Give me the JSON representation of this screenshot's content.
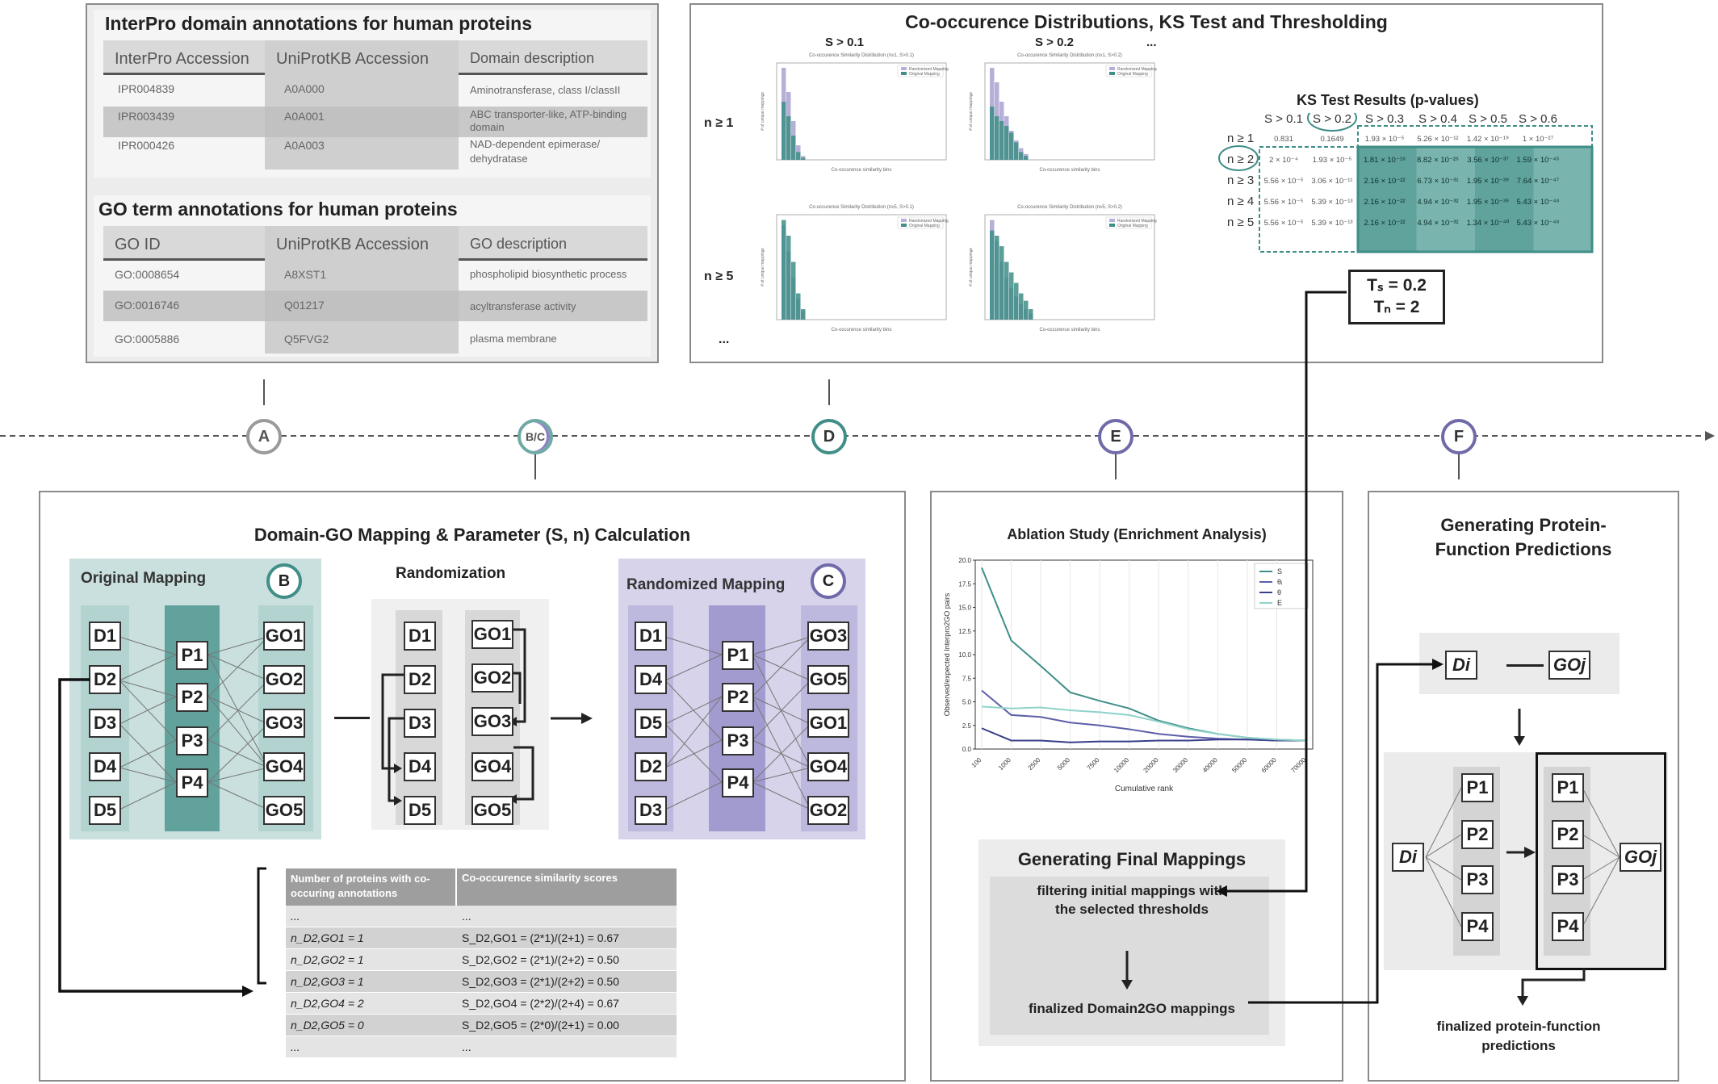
{
  "interpro_panel": {
    "title": "InterPro domain annotations for human proteins",
    "columns": [
      "InterPro Accession",
      "UniProtKB Accession",
      "Domain description"
    ],
    "rows": [
      [
        "IPR004839",
        "A0A000",
        "Aminotransferase, class I/classII"
      ],
      [
        "IPR003439",
        "A0A001",
        "ABC transporter-like, ATP-binding domain"
      ],
      [
        "IPR000426",
        "A0A003",
        "NAD-dependent epimerase/ dehydratase"
      ]
    ]
  },
  "go_panel": {
    "title": "GO term annotations for human proteins",
    "columns": [
      "GO ID",
      "UniProtKB Accession",
      "GO description"
    ],
    "rows": [
      [
        "GO:0008654",
        "A8XST1",
        "phospholipid biosynthetic process"
      ],
      [
        "GO:0016746",
        "Q01217",
        "acyltransferase activity"
      ],
      [
        "GO:0005886",
        "Q5FVG2",
        "plasma membrane"
      ]
    ]
  },
  "ks_panel": {
    "title": "Co-occurence Distributions, KS Test and Thresholding",
    "col_heads": [
      "S > 0.1",
      "S > 0.2",
      "..."
    ],
    "row_heads": [
      "n ≥ 1",
      "n ≥ 5",
      "..."
    ],
    "plot_titles": [
      "Co-occurence Similarity Distribution (n≥1, S>0.1)",
      "Co-occurence Similarity Distribution (n≥1, S>0.2)",
      "Co-occurence Similarity Distribution (n≥5, S>0.1)",
      "Co-occurence Similarity Distribution (n≥5, S>0.2)"
    ],
    "plot_xlabel": "Co-occurence similarity bins",
    "plot_ylabel": "# of unique mappings",
    "legend": [
      "Randomized Mapping",
      "Original Mapping"
    ],
    "table_title": "KS Test Results (p-values)",
    "table_cols": [
      "S > 0.1",
      "S > 0.2",
      "S > 0.3",
      "S > 0.4",
      "S > 0.5",
      "S > 0.6"
    ],
    "table_rows": [
      {
        "label": "n ≥ 1",
        "cells": [
          "0.831",
          "0.1649",
          "1.93 × 10⁻⁵",
          "5.26 × 10⁻¹²",
          "1.42 × 10⁻¹⁹",
          "1 × 10⁻²⁷"
        ]
      },
      {
        "label": "n ≥ 2",
        "cells": [
          "2 × 10⁻⁴",
          "1.93 × 10⁻⁵",
          "1.81 × 10⁻¹⁸",
          "8.82 × 10⁻²⁶",
          "3.56 × 10⁻³⁷",
          "1.59 × 10⁻⁴⁵"
        ]
      },
      {
        "label": "n ≥ 3",
        "cells": [
          "5.56 × 10⁻⁵",
          "3.06 × 10⁻¹¹",
          "2.16 × 10⁻²²",
          "6.73 × 10⁻³¹",
          "1.95 × 10⁻³⁹",
          "7.64 × 10⁻⁴⁷"
        ]
      },
      {
        "label": "n ≥ 4",
        "cells": [
          "5.56 × 10⁻⁵",
          "5.39 × 10⁻¹³",
          "2.16 × 10⁻²²",
          "4.94 × 10⁻³²",
          "1.95 × 10⁻³⁹",
          "5.43 × 10⁻⁴⁸"
        ]
      },
      {
        "label": "n ≥ 5",
        "cells": [
          "5.56 × 10⁻⁵",
          "5.39 × 10⁻¹³",
          "2.16 × 10⁻²²",
          "4.94 × 10⁻³²",
          "1.34 × 10⁻⁴⁰",
          "5.43 × 10⁻⁴⁸"
        ]
      }
    ],
    "ts_label": "Tₛ = 0.2",
    "tn_label": "Tₙ = 2"
  },
  "timeline": {
    "markers": [
      "A",
      "B/C",
      "D",
      "E",
      "F"
    ]
  },
  "mapping_panel": {
    "title": "Domain-GO Mapping & Parameter (S, n) Calculation",
    "original_title": "Original Mapping",
    "original_badge": "B",
    "randomization_title": "Randomization",
    "randomized_title": "Randomized Mapping",
    "randomized_badge": "C",
    "orig_domains": [
      "D1",
      "D2",
      "D3",
      "D4",
      "D5"
    ],
    "orig_proteins": [
      "P1",
      "P2",
      "P3",
      "P4"
    ],
    "orig_gos": [
      "GO1",
      "GO2",
      "GO3",
      "GO4",
      "GO5"
    ],
    "rand_domains": [
      "D1",
      "D2",
      "D3",
      "D4",
      "D5"
    ],
    "rand_gos": [
      "GO1",
      "GO2",
      "GO3",
      "GO4",
      "GO5"
    ],
    "rmap_domains": [
      "D1",
      "D4",
      "D5",
      "D2",
      "D3"
    ],
    "rmap_proteins": [
      "P1",
      "P2",
      "P3",
      "P4"
    ],
    "rmap_gos": [
      "GO3",
      "GO5",
      "GO1",
      "GO4",
      "GO2"
    ],
    "calc_cols": [
      "Number of proteins with co-occuring annotations",
      "Co-occurence similarity scores"
    ],
    "calc_rows": [
      [
        "...",
        "..."
      ],
      [
        "n_D2,GO1 = 1",
        "S_D2,GO1 = (2*1)/(2+1) = 0.67"
      ],
      [
        "n_D2,GO2 = 1",
        "S_D2,GO2 = (2*1)/(2+2) = 0.50"
      ],
      [
        "n_D2,GO3 = 1",
        "S_D2,GO3 = (2*1)/(2+2) = 0.50"
      ],
      [
        "n_D2,GO4 = 2",
        "S_D2,GO4 = (2*2)/(2+4) = 0.67"
      ],
      [
        "n_D2,GO5 = 0",
        "S_D2,GO5 = (2*0)/(2+1) = 0.00"
      ],
      [
        "...",
        "..."
      ]
    ]
  },
  "ablation_panel": {
    "title": "Ablation Study (Enrichment Analysis)",
    "ylabel": "Observed/expected Interpro2GO pairs",
    "xlabel": "Cumulative rank",
    "legend": [
      "S",
      "θᵢ",
      "θ",
      "E"
    ],
    "yticks": [
      "0.0",
      "2.5",
      "5.0",
      "7.5",
      "10.0",
      "12.5",
      "15.0",
      "17.5",
      "20.0"
    ],
    "xticks": [
      "100",
      "1000",
      "2500",
      "5000",
      "7500",
      "10000",
      "20000",
      "30000",
      "40000",
      "50000",
      "60000",
      "70000"
    ],
    "final_title": "Generating Final Mappings",
    "filter_text": "filtering initial mappings with the selected thresholds",
    "finalized_text": "finalized Domain2GO mappings"
  },
  "prediction_panel": {
    "title": "Generating Protein-Function Predictions",
    "di": "Di",
    "goj": "GOj",
    "proteins": [
      "P1",
      "P2",
      "P3",
      "P4"
    ],
    "finalized_text": "finalized protein-function predictions"
  },
  "chart_data": {
    "type": "line",
    "title": "Ablation Study (Enrichment Analysis)",
    "xlabel": "Cumulative rank",
    "ylabel": "Observed/expected Interpro2GO pairs",
    "categories": [
      "100",
      "1000",
      "2500",
      "5000",
      "7500",
      "10000",
      "20000",
      "30000",
      "40000",
      "50000",
      "60000",
      "70000"
    ],
    "ylim": [
      0,
      20
    ],
    "series": [
      {
        "name": "S",
        "values": [
          19.2,
          11.5,
          8.8,
          6.0,
          5.1,
          4.3,
          3.0,
          2.2,
          1.6,
          1.2,
          1.0,
          0.9
        ]
      },
      {
        "name": "θᵢ",
        "values": [
          6.2,
          3.6,
          3.4,
          2.8,
          2.5,
          2.1,
          1.6,
          1.3,
          1.1,
          1.0,
          0.9,
          0.9
        ]
      },
      {
        "name": "θ",
        "values": [
          2.2,
          0.9,
          0.9,
          0.7,
          0.8,
          0.8,
          0.9,
          0.9,
          1.0,
          1.0,
          0.9,
          0.9
        ]
      },
      {
        "name": "E",
        "values": [
          4.5,
          4.3,
          4.4,
          4.1,
          3.9,
          3.6,
          2.9,
          2.1,
          1.6,
          1.2,
          1.0,
          0.9
        ]
      }
    ],
    "legend_position": "top-right",
    "grid": true
  },
  "colors": {
    "teal": "#3f8e87",
    "teal_light": "#c9e0de",
    "purple": "#8b83c4",
    "purple_light": "#d6d3ea",
    "gray": "#8a8a8a"
  }
}
